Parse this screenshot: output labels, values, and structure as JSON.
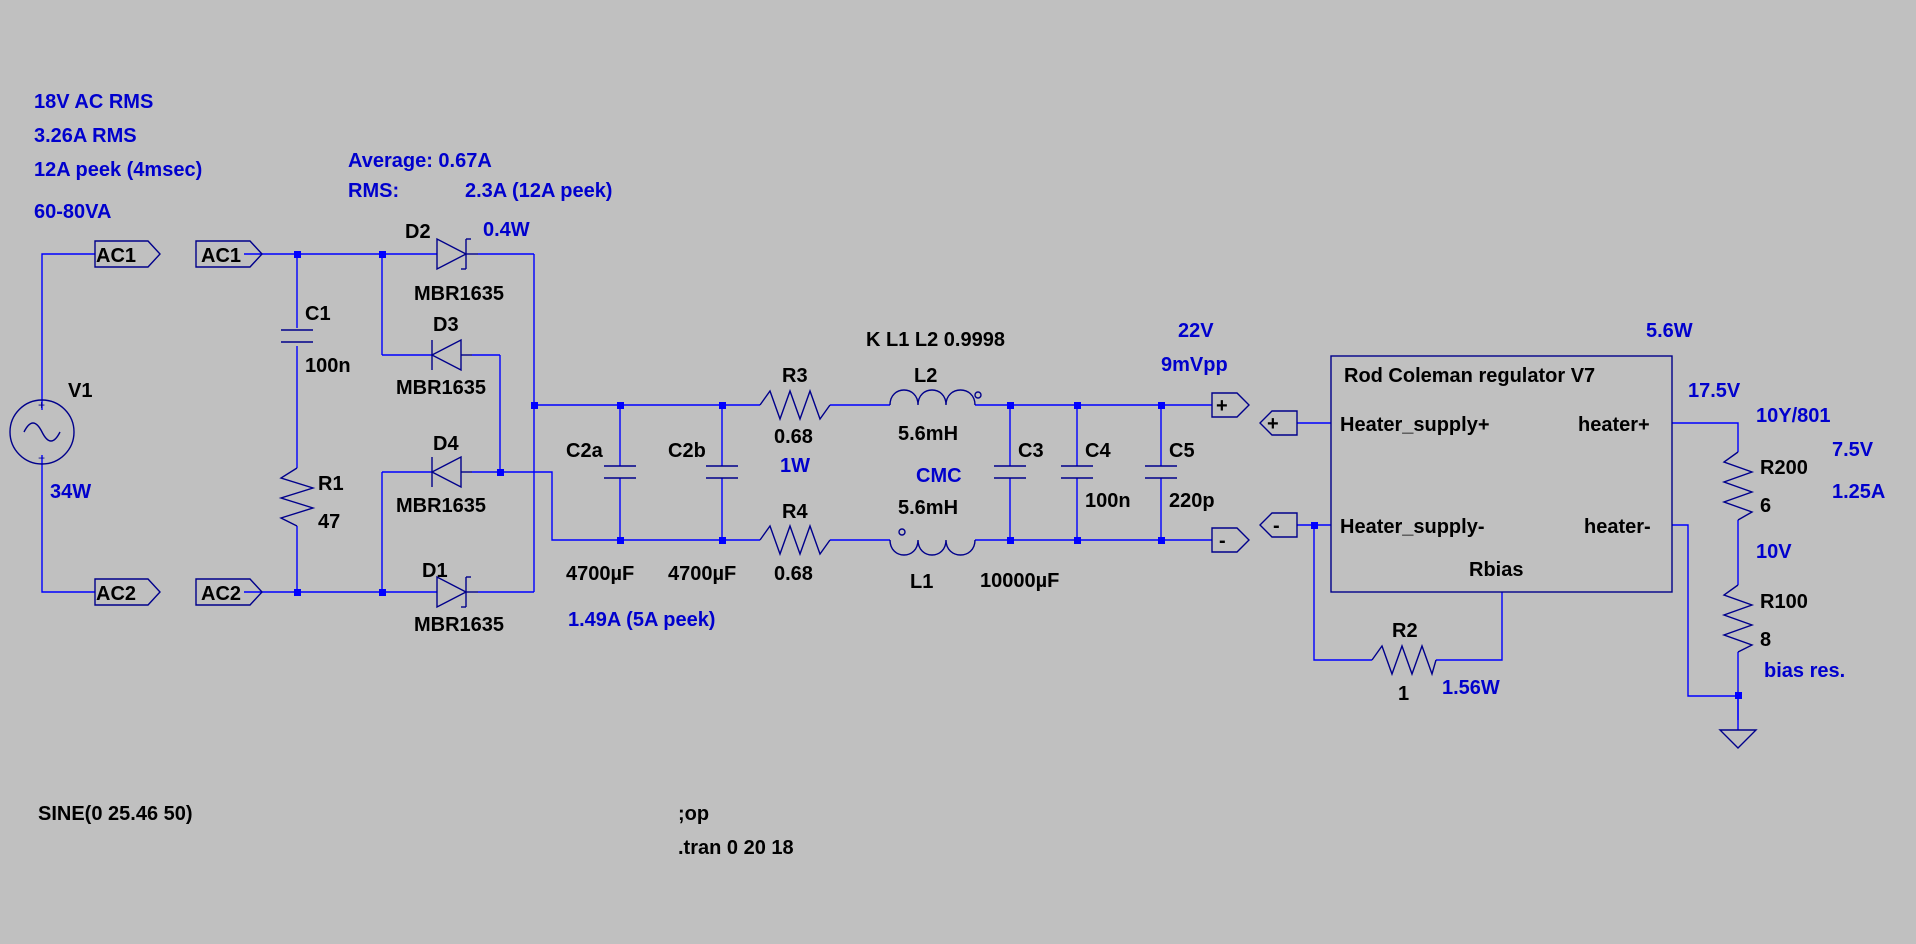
{
  "annotations": {
    "ac_rms": "18V AC RMS",
    "current_rms": "3.26A RMS",
    "peak": "12A peek (4msec)",
    "va": "60-80VA",
    "avg": "Average:  0.67A",
    "rms_label": "RMS:",
    "rms_value": "2.3A (12A peek)",
    "d2_power": "0.4W",
    "v1_power": "34W",
    "r3_power": "1W",
    "cmc": "CMC",
    "cap_current": "1.49A (5A peek)",
    "v_out": "22V",
    "ripple": "9mVpp",
    "reg_power": "5.6W",
    "heater_v": "17.5V",
    "tube": "10Y/801",
    "tube_v": "7.5V",
    "tube_i": "1.25A",
    "r100_v": "10V",
    "r2_power": "1.56W",
    "bias": "bias res."
  },
  "ports": {
    "ac1": "AC1",
    "ac2": "AC2",
    "plus": "+",
    "minus": "-"
  },
  "components": {
    "v1": "V1",
    "c1": "C1",
    "c1_val": "100n",
    "r1": "R1",
    "r1_val": "47",
    "d1": "D1",
    "d2": "D2",
    "d3": "D3",
    "d4": "D4",
    "diode_model": "MBR1635",
    "c2a": "C2a",
    "c2a_val": "4700µF",
    "c2b": "C2b",
    "c2b_val": "4700µF",
    "r3": "R3",
    "r3_val": "0.68",
    "r4": "R4",
    "r4_val": "0.68",
    "l2": "L2",
    "l2_val": "5.6mH",
    "l1": "L1",
    "l1_val": "5.6mH",
    "coupling": "K L1 L2 0.9998",
    "c3": "C3",
    "c3_val": "10000µF",
    "c4": "C4",
    "c4_val": "100n",
    "c5": "C5",
    "c5_val": "220p",
    "r2": "R2",
    "r2_val": "1",
    "r200": "R200",
    "r200_val": "6",
    "r100": "R100",
    "r100_val": "8"
  },
  "regulator": {
    "title": "Rod Coleman regulator V7",
    "pin_in_plus": "Heater_supply+",
    "pin_in_minus": "Heater_supply-",
    "pin_out_plus": "heater+",
    "pin_out_minus": "heater-",
    "pin_bias": "Rbias"
  },
  "directives": {
    "source": "SINE(0 25.46 50)",
    "op": ";op",
    "tran": ".tran 0 20 18"
  }
}
